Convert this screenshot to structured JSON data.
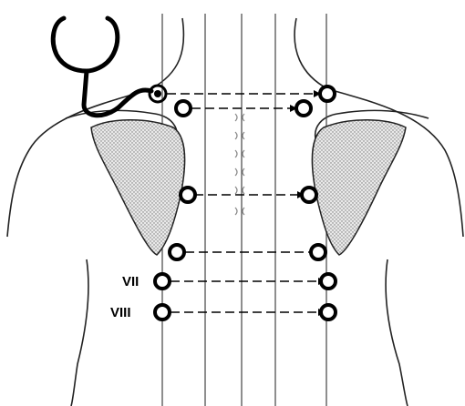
{
  "diagram": {
    "labels": {
      "vii": "VII",
      "viii": "VIII"
    },
    "colors": {
      "outline": "#222222",
      "scapula_fill": "#d9d9d9",
      "marker": "#000000",
      "background": "#ffffff"
    },
    "points": [
      {
        "id": "p1",
        "side": "left",
        "pair": 1
      },
      {
        "id": "p1r",
        "side": "right",
        "pair": 1
      },
      {
        "id": "p2",
        "side": "left",
        "pair": 2
      },
      {
        "id": "p2r",
        "side": "right",
        "pair": 2
      },
      {
        "id": "p3",
        "side": "left",
        "pair": 3
      },
      {
        "id": "p3r",
        "side": "right",
        "pair": 3
      },
      {
        "id": "p4",
        "side": "left",
        "pair": 4
      },
      {
        "id": "p4r",
        "side": "right",
        "pair": 4
      },
      {
        "id": "p5",
        "side": "left",
        "pair": 5
      },
      {
        "id": "p5r",
        "side": "right",
        "pair": 5
      },
      {
        "id": "p6",
        "side": "left",
        "pair": 6
      },
      {
        "id": "p6r",
        "side": "right",
        "pair": 6
      }
    ],
    "icons": {
      "stethoscope": "stethoscope-icon"
    }
  }
}
